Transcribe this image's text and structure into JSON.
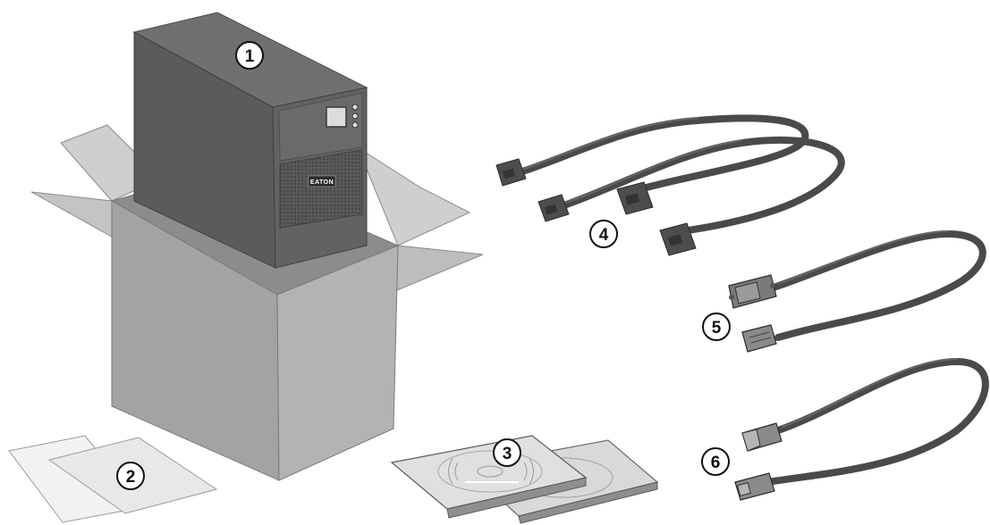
{
  "callouts": [
    {
      "id": "ups",
      "label": "1"
    },
    {
      "id": "documentation",
      "label": "2"
    },
    {
      "id": "software-cd",
      "label": "3"
    },
    {
      "id": "power-cords",
      "label": "4"
    },
    {
      "id": "serial-cable",
      "label": "5"
    },
    {
      "id": "usb-cable",
      "label": "6"
    }
  ],
  "ups_brand": "EATON",
  "colors": {
    "box_front": "#a9a9a9",
    "box_side": "#9a9a9a",
    "box_flap": "#c4c4c4",
    "ups_body": "#5b5b5b",
    "ups_top": "#707070",
    "cable": "#4a4a4a",
    "paper": "#f2f2f2",
    "cd_case": "#d6d6d6"
  }
}
